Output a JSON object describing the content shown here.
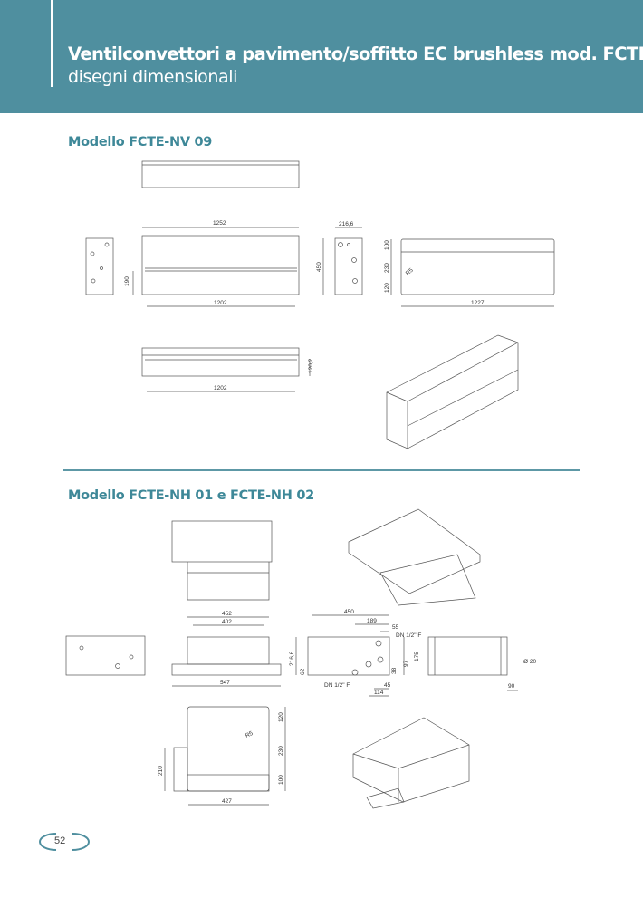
{
  "header": {
    "title": "Ventilconvettori a pavimento/soffitto EC brushless mod. FCTE",
    "subtitle": "disegni dimensionali"
  },
  "sections": [
    {
      "title": "Modello FCTE-NV 09",
      "dimensions": {
        "overall_width": "1252",
        "inner_width": "1202",
        "height_190": "190",
        "depth": "216,6",
        "height": "450",
        "rear_100": "100",
        "rear_230": "230",
        "rear_120": "120",
        "radius": "R5",
        "rear_width": "1227",
        "bottom_width": "1202",
        "bottom_depth": "120,2"
      }
    },
    {
      "title": "Modello FCTE-NH 01 e FCTE-NH 02",
      "dimensions": {
        "front_452": "452",
        "front_402": "402",
        "front_547": "547",
        "side_450": "450",
        "side_189": "189",
        "side_55": "55",
        "connection_top": "DN 1/2\" F",
        "connection_bottom": "DN 1/2\" F",
        "side_216": "216,6",
        "side_62": "62",
        "side_38": "38",
        "side_97": "97",
        "side_175": "175",
        "side_45": "45",
        "side_114": "114",
        "drain_diameter": "Ø 20",
        "drain_90": "90",
        "plan_210": "210",
        "plan_120": "120",
        "plan_230": "230",
        "plan_100": "100",
        "plan_radius": "R5",
        "plan_427": "427"
      }
    }
  ],
  "footer": {
    "page_number": "52"
  },
  "colors": {
    "header_bg": "#4f8f9f",
    "accent": "#3e8898"
  }
}
